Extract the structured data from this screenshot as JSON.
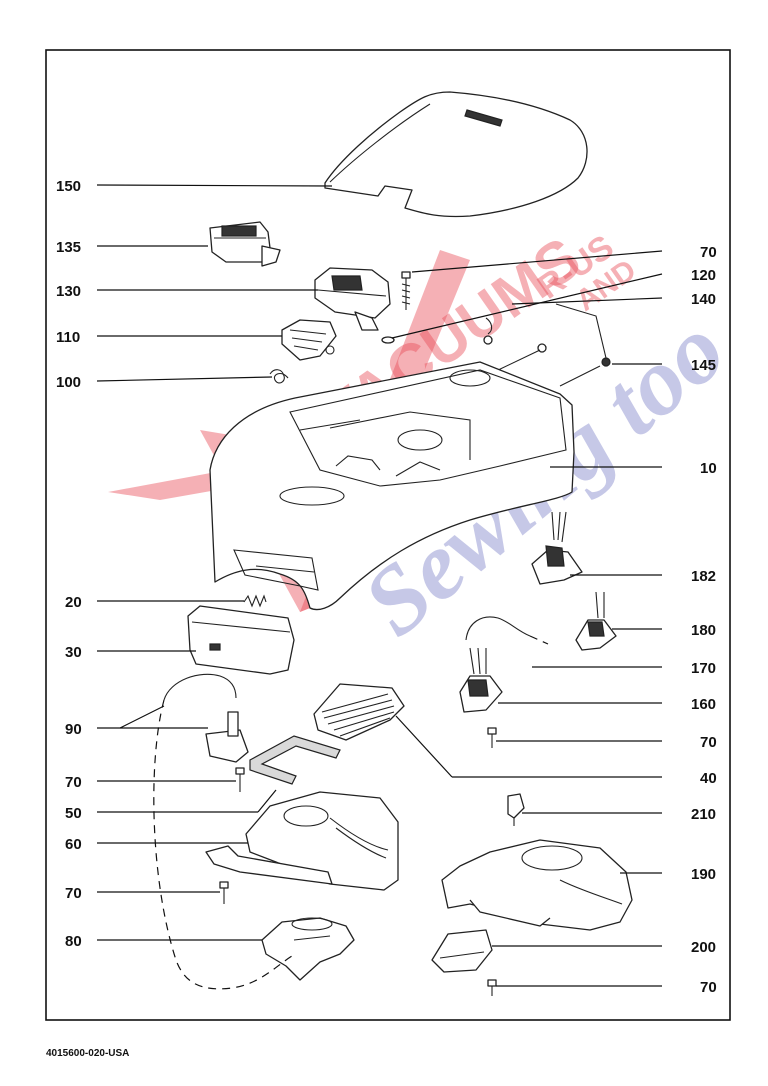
{
  "document": {
    "number": "4015600-020-USA"
  },
  "labels": {
    "l150": "150",
    "l135": "135",
    "l70a": "70",
    "l120": "120",
    "l130": "130",
    "l140": "140",
    "l110": "110",
    "l145": "145",
    "l100": "100",
    "l10": "10",
    "l182": "182",
    "l20": "20",
    "l180": "180",
    "l30": "30",
    "l170": "170",
    "l90": "90",
    "l160": "160",
    "l70b": "70",
    "l70c": "70",
    "l40": "40",
    "l50": "50",
    "l210": "210",
    "l60": "60",
    "l190": "190",
    "l70d": "70",
    "l80": "80",
    "l200": "200",
    "l70e": "70"
  },
  "watermark": {
    "text_a": "R-US",
    "text_b": "AND",
    "text_c": "Sewing too",
    "text_d": "VACUUMS",
    "brand_red": "#e8505a",
    "brand_blue": "#6a6fbf"
  }
}
